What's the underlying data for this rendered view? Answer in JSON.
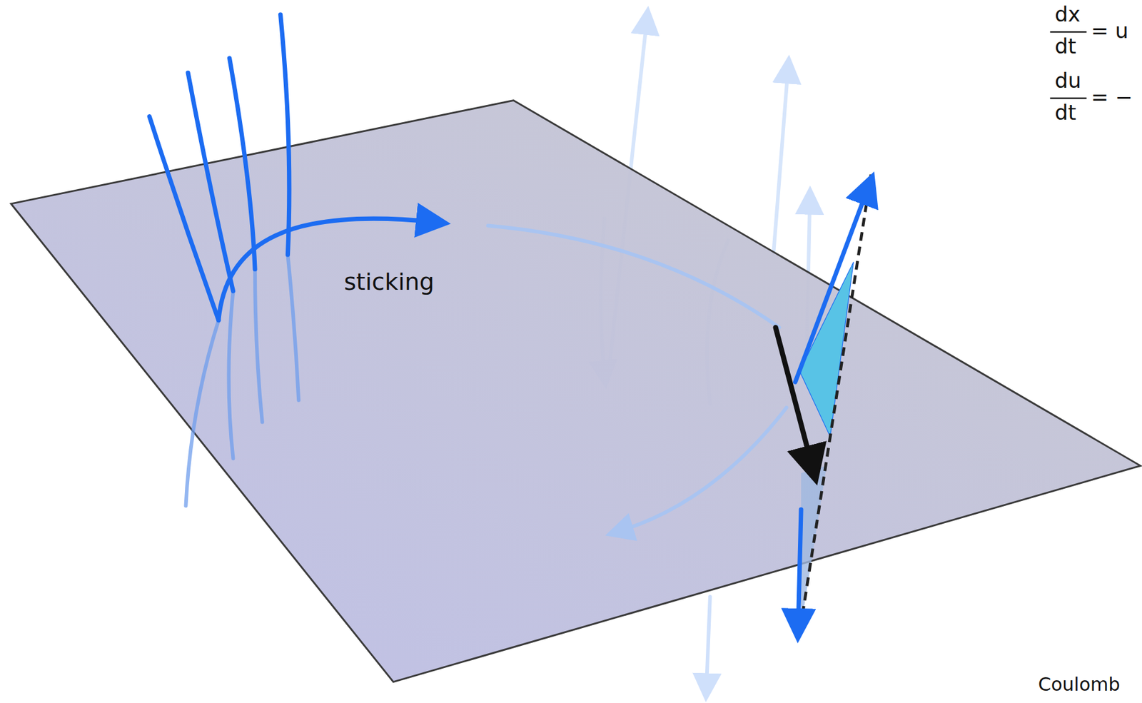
{
  "diagram": {
    "labels": [
      "sticking",
      "dx",
      "dt",
      "= u",
      "du",
      "dt",
      "= −",
      "Coulomb"
    ]
  }
}
